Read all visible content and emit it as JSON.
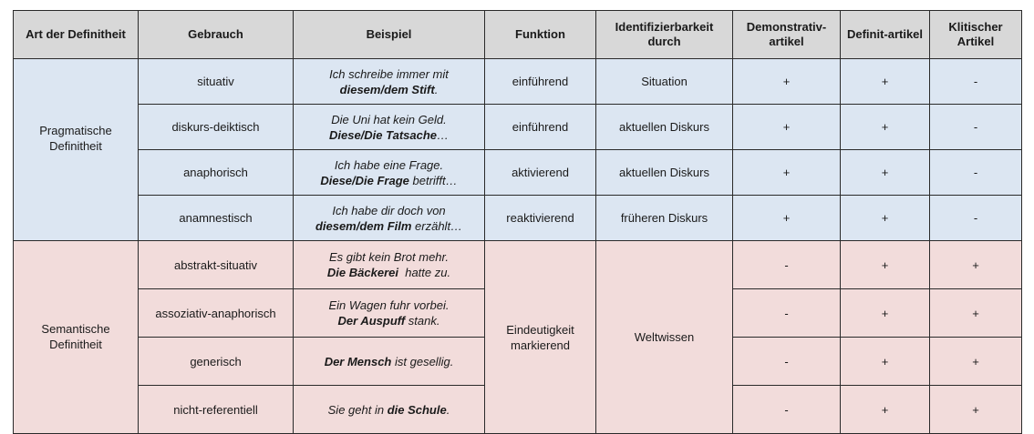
{
  "headers": [
    "Art der Definitheit",
    "Gebrauch",
    "Beispiel",
    "Funktion",
    "Identifizierbarkeit durch",
    "Demonstrativ-artikel",
    "Definit-artikel",
    "Klitischer Artikel"
  ],
  "groups": {
    "pragmatic": "Pragmatische Definitheit",
    "semantic": "Semantische Definitheit"
  },
  "rows": [
    {
      "gebrauch": "situativ",
      "ex1": "Ich schreibe immer mit",
      "ex2_bold": "diesem/dem Stift",
      "ex2_rest": ".",
      "funktion": "einführend",
      "ident": "Situation",
      "dem": "+",
      "def": "+",
      "klit": "-"
    },
    {
      "gebrauch": "diskurs-deiktisch",
      "ex1": "Die Uni hat kein Geld.",
      "ex2_bold": "Diese/Die Tatsache",
      "ex2_rest": "…",
      "funktion": "einführend",
      "ident": "aktuellen Diskurs",
      "dem": "+",
      "def": "+",
      "klit": "-"
    },
    {
      "gebrauch": "anaphorisch",
      "ex1": "Ich habe eine Frage.",
      "ex2_bold": "Diese/Die Frage",
      "ex2_rest": " betrifft…",
      "funktion": "aktivierend",
      "ident": "aktuellen Diskurs",
      "dem": "+",
      "def": "+",
      "klit": "-"
    },
    {
      "gebrauch": "anamnestisch",
      "ex1": "Ich habe dir doch von",
      "ex2_bold": "diesem/dem Film",
      "ex2_rest": " erzählt…",
      "funktion": "reaktivierend",
      "ident": "früheren Diskurs",
      "dem": "+",
      "def": "+",
      "klit": "-"
    },
    {
      "gebrauch": "abstrakt-situativ",
      "ex1": "Es gibt kein Brot mehr.",
      "ex2_bold": "Die Bäckerei",
      "ex2_rest": "  hatte zu.",
      "dem": "-",
      "def": "+",
      "klit": "+"
    },
    {
      "gebrauch": "assoziativ-anaphorisch",
      "ex1": "Ein Wagen fuhr vorbei.",
      "ex2_bold": "Der Auspuff",
      "ex2_rest": " stank.",
      "dem": "-",
      "def": "+",
      "klit": "+"
    },
    {
      "gebrauch": "generisch",
      "ex_bold": "Der Mensch",
      "ex_rest": " ist gesellig.",
      "dem": "-",
      "def": "+",
      "klit": "+"
    },
    {
      "gebrauch": "nicht-referentiell",
      "ex_pre": "Sie geht in ",
      "ex_bold": "die Schule",
      "ex_rest": ".",
      "dem": "-",
      "def": "+",
      "klit": "+"
    }
  ],
  "semantic_shared": {
    "funktion": "Eindeutigkeit markierend",
    "ident": "Weltwissen"
  }
}
